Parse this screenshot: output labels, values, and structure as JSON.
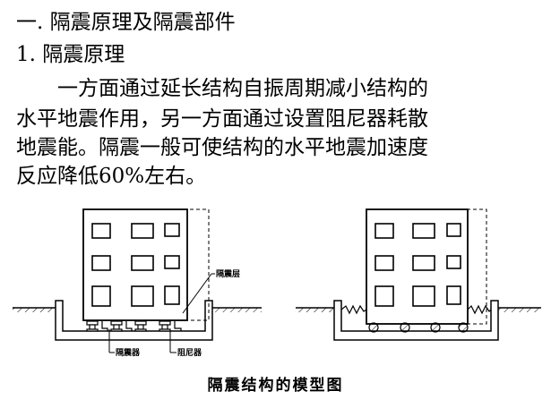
{
  "heading": "一. 隔震原理及隔震部件",
  "subheading": "1. 隔震原理",
  "paragraph_lines": [
    "　　一方面通过延长结构自振周期减小结构的",
    "水平地震作用，另一方面通过设置阻尼器耗散",
    "地震能。隔震一般可使结构的水平地震加速度",
    "反应降低60%左右。"
  ],
  "figure": {
    "caption": "隔震结构的模型图",
    "labels": {
      "isolation_layer": "隔震层",
      "isolator": "隔震器",
      "damper": "阻尼器"
    }
  }
}
